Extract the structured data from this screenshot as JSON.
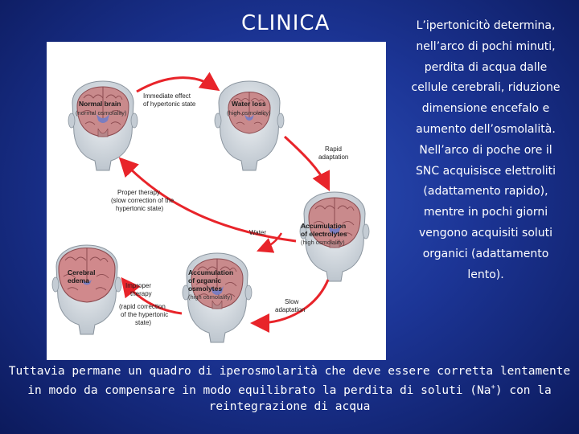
{
  "title": "CLINICA",
  "side_text": [
    "L’ipertonicitò determina,",
    "nell’arco di pochi minuti,",
    "perdita di acqua dalle",
    "cellule cerebrali, riduzione",
    "dimensione encefalo e",
    "aumento dell’osmolalità.",
    "Nell’arco di poche ore il",
    "SNC acquisisce elettroliti",
    "(adattamento rapido),",
    "mentre in pochi giorni",
    "vengono acquisiti soluti",
    "organici (adattamento",
    "lento)."
  ],
  "bottom_text": {
    "line1": "Tuttavia permane un quadro di iperosmolarità che deve essere corretta lentamente",
    "line2_before": "in modo da compensare in modo equilibrato la perdita di soluti (Na",
    "line2_sup": "+",
    "line2_after": ") con la",
    "line3": "reintegrazione di acqua"
  },
  "diagram": {
    "states": {
      "normal": {
        "title": "Normal brain",
        "sub": "(normal osmolality)"
      },
      "water_loss": {
        "title": "Water loss",
        "sub": "(high osmolality)"
      },
      "electrolytes": {
        "title1": "Accumulation",
        "title2": "of electrolytes",
        "sub": "(high osmolality)"
      },
      "osmolytes": {
        "title1": "Accumulation",
        "title2": "of organic",
        "title3": "osmolytes",
        "sub": "(high osmolality)"
      },
      "edema": {
        "title1": "Cerebral",
        "title2": "edema"
      }
    },
    "transitions": {
      "immediate": [
        "Immediate effect",
        "of hypertonic state"
      ],
      "rapid": [
        "Rapid",
        "adaptation"
      ],
      "slow": [
        "Slow",
        "adaptation"
      ],
      "proper": [
        "Proper therapy",
        "(slow correction of the",
        "hypertonic state)"
      ],
      "water": "Water",
      "improper": [
        "Improper",
        "therapy",
        "(rapid correction",
        "of the hypertonic",
        "state)"
      ]
    },
    "colors": {
      "arrow": "#e8242a",
      "arrow_dark": "#b51218",
      "head_shade": "#c7cfd6",
      "brain": "#c98a8c",
      "ventricle": "#7a7dc0"
    }
  }
}
